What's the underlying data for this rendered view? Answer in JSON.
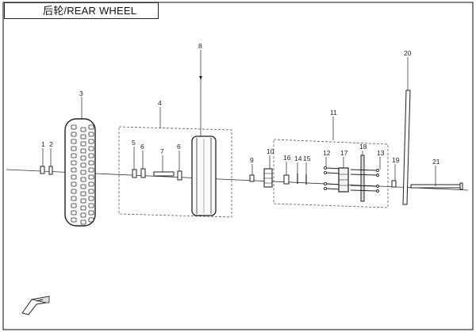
{
  "diagram": {
    "title": "后轮/REAR  WHEEL",
    "part_numbers": [
      "1",
      "2",
      "3",
      "4",
      "5",
      "6",
      "7",
      "6",
      "8",
      "9",
      "10",
      "11",
      "12",
      "13",
      "14",
      "15",
      "16",
      "17",
      "18",
      "19",
      "20",
      "21"
    ]
  },
  "colors": {
    "line": "#222222",
    "dashed": "#555555",
    "paper": "#ffffff"
  }
}
